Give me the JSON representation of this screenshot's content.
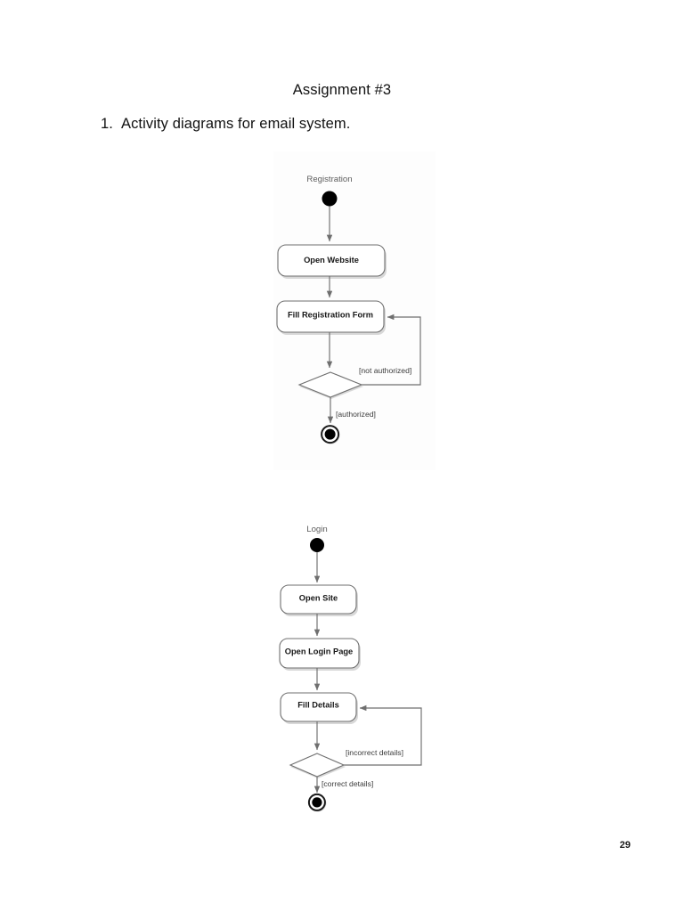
{
  "document": {
    "title": "Assignment #3",
    "item_number": "1.",
    "item_text": "Activity diagrams for email system.",
    "page_number": "29"
  },
  "diagrams": [
    {
      "name": "registration-activity-diagram",
      "title": "Registration",
      "type": "uml-activity-diagram",
      "start_node": "initial-node",
      "end_node": "final-node",
      "actions": [
        {
          "id": "open-website",
          "label": "Open Website"
        },
        {
          "id": "fill-registration-form",
          "label": "Fill Registration Form"
        }
      ],
      "decision": {
        "id": "authorization-decision",
        "guards": [
          {
            "id": "not-authorized",
            "label": "[not authorized]",
            "target": "fill-registration-form"
          },
          {
            "id": "authorized",
            "label": "[authorized]",
            "target": "final-node"
          }
        ]
      }
    },
    {
      "name": "login-activity-diagram",
      "title": "Login",
      "type": "uml-activity-diagram",
      "start_node": "initial-node",
      "end_node": "final-node",
      "actions": [
        {
          "id": "open-site",
          "label": "Open Site"
        },
        {
          "id": "open-login-page",
          "label": "Open Login Page"
        },
        {
          "id": "fill-details",
          "label": "Fill Details"
        }
      ],
      "decision": {
        "id": "details-validation-decision",
        "guards": [
          {
            "id": "incorrect-details",
            "label": "[incorrect details]",
            "target": "fill-details"
          },
          {
            "id": "correct-details",
            "label": "[correct details]",
            "target": "final-node"
          }
        ]
      }
    }
  ],
  "colors": {
    "page_background": "#ffffff",
    "text": "#111111",
    "node_stroke": "#6f6f6f",
    "node_fill": "#ffffff",
    "title_text": "#5d5d5d",
    "guard_text": "#3b3b3b",
    "node_shadow": "#d8d8d8"
  }
}
